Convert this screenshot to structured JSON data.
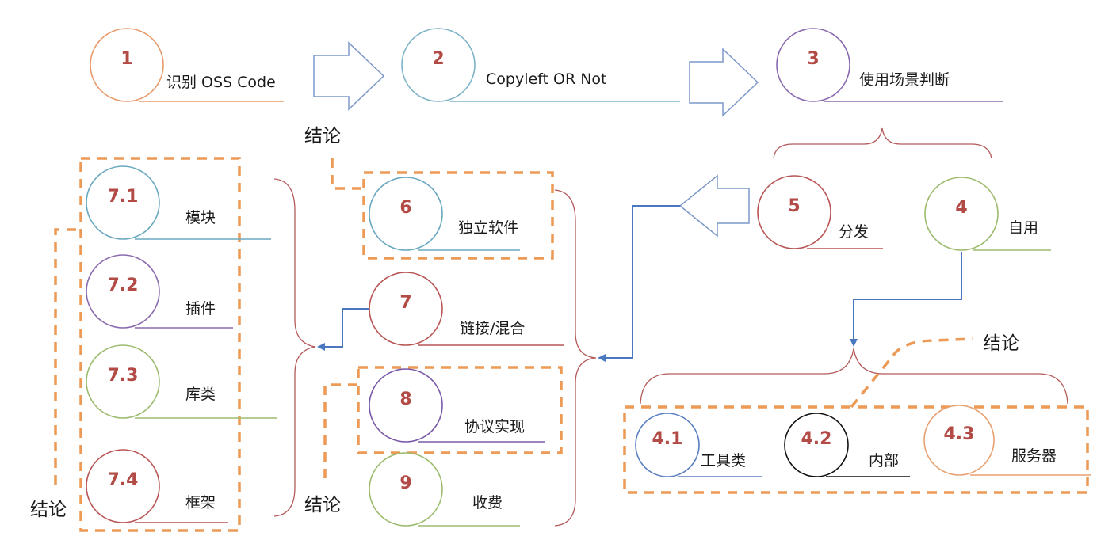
{
  "diagram": {
    "colors": {
      "number_text": "#b24a45",
      "dashed_box": "#ec9a56",
      "connector_blue": "#4a78c0",
      "brace": "#b45a5a",
      "arrow_outline": "#7c98c8"
    },
    "nodes": [
      {
        "id": "1",
        "label": "识别 OSS Code",
        "ring_color": "#e89a6a"
      },
      {
        "id": "2",
        "label": "Copyleft OR Not",
        "ring_color": "#7fb3c8"
      },
      {
        "id": "3",
        "label": "使用场景判断",
        "ring_color": "#8a6aae"
      },
      {
        "id": "4",
        "label": "自用",
        "ring_color": "#9dbb6e"
      },
      {
        "id": "5",
        "label": "分发",
        "ring_color": "#b85656"
      },
      {
        "id": "6",
        "label": "独立软件",
        "ring_color": "#6aa8c0"
      },
      {
        "id": "7",
        "label": "链接/混合",
        "ring_color": "#b85656"
      },
      {
        "id": "8",
        "label": "协议实现",
        "ring_color": "#7a5aa8"
      },
      {
        "id": "9",
        "label": "收费",
        "ring_color": "#9dbb6e"
      },
      {
        "id": "7.1",
        "label": "模块",
        "ring_color": "#6aa8c0"
      },
      {
        "id": "7.2",
        "label": "插件",
        "ring_color": "#8a6aae"
      },
      {
        "id": "7.3",
        "label": "库类",
        "ring_color": "#9dbb6e"
      },
      {
        "id": "7.4",
        "label": "框架",
        "ring_color": "#b85656"
      },
      {
        "id": "4.1",
        "label": "工具类",
        "ring_color": "#5a7fbf"
      },
      {
        "id": "4.2",
        "label": "内部",
        "ring_color": "#111111"
      },
      {
        "id": "4.3",
        "label": "服务器",
        "ring_color": "#e8a070"
      }
    ],
    "conclusions": [
      "结论",
      "结论",
      "结论",
      "结论"
    ]
  }
}
